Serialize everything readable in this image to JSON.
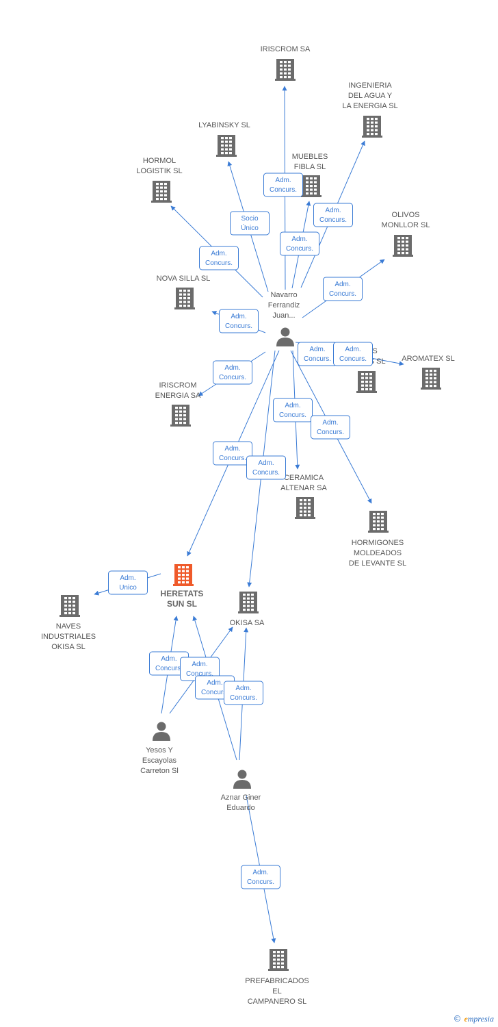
{
  "colors": {
    "edge": "#3a7bd5",
    "company": "#6b6b6b",
    "focus": "#ef5a2a",
    "person": "#6b6b6b"
  },
  "nodes": [
    {
      "id": "iriscrom",
      "type": "company",
      "icon": "building-icon",
      "label": [
        "IRISCROM SA"
      ]
    },
    {
      "id": "ingenieria",
      "type": "company",
      "icon": "building-icon",
      "label": [
        "INGENIERIA",
        "DEL AGUA Y",
        "LA ENERGIA SL"
      ]
    },
    {
      "id": "lyabinsky",
      "type": "company",
      "icon": "building-icon",
      "label": [
        "LYABINSKY SL"
      ]
    },
    {
      "id": "muebles",
      "type": "company",
      "icon": "building-icon",
      "label": [
        "MUEBLES",
        "FIBLA SL"
      ]
    },
    {
      "id": "hormol",
      "type": "company",
      "icon": "building-icon",
      "label": [
        "HORMOL",
        "LOGISTIK SL"
      ]
    },
    {
      "id": "olivos",
      "type": "company",
      "icon": "building-icon",
      "label": [
        "OLIVOS",
        "MONLLOR SL"
      ]
    },
    {
      "id": "novasilla",
      "type": "company",
      "icon": "building-icon",
      "label": [
        "NOVA SILLA SL"
      ]
    },
    {
      "id": "navarro",
      "type": "person",
      "icon": "person-icon",
      "label": [
        "Navarro",
        "Ferrandiz",
        "Juan..."
      ]
    },
    {
      "id": "hidden_s",
      "type": "company",
      "icon": "building-icon",
      "label": [
        "S",
        "ES SL"
      ]
    },
    {
      "id": "aromatex",
      "type": "company",
      "icon": "building-icon",
      "label": [
        "AROMATEX SL"
      ]
    },
    {
      "id": "iriscromenergia",
      "type": "company",
      "icon": "building-icon",
      "label": [
        "IRISCROM",
        "ENERGIA SA"
      ]
    },
    {
      "id": "ceramica",
      "type": "company",
      "icon": "building-icon",
      "label": [
        "CERAMICA",
        "ALTENAR SA"
      ]
    },
    {
      "id": "hormigones",
      "type": "company",
      "icon": "building-icon",
      "label": [
        "HORMIGONES",
        "MOLDEADOS",
        "DE LEVANTE SL"
      ]
    },
    {
      "id": "heretats",
      "type": "focus",
      "icon": "building-icon",
      "label": [
        "HERETATS",
        "SUN SL"
      ]
    },
    {
      "id": "naves",
      "type": "company",
      "icon": "building-icon",
      "label": [
        "NAVES",
        "INDUSTRIALES",
        "OKISA SL"
      ]
    },
    {
      "id": "okisa",
      "type": "company",
      "icon": "building-icon",
      "label": [
        "OKISA SA"
      ]
    },
    {
      "id": "yesos",
      "type": "person",
      "icon": "person-icon",
      "label": [
        "Yesos Y",
        "Escayolas",
        "Carreton Sl"
      ]
    },
    {
      "id": "aznar",
      "type": "person",
      "icon": "person-icon",
      "label": [
        "Aznar Giner",
        "Eduardo"
      ]
    },
    {
      "id": "prefabricados",
      "type": "company",
      "icon": "building-icon",
      "label": [
        "PREFABRICADOS",
        "EL",
        "CAMPANERO SL"
      ]
    }
  ],
  "edges": [
    {
      "from": "navarro",
      "to": "iriscrom",
      "label": [
        "Adm.",
        "Concurs."
      ]
    },
    {
      "from": "navarro",
      "to": "ingenieria",
      "label": [
        "Adm.",
        "Concurs."
      ]
    },
    {
      "from": "navarro",
      "to": "lyabinsky",
      "label": [
        "Socio",
        "Único"
      ]
    },
    {
      "from": "navarro",
      "to": "muebles",
      "label": [
        "Adm.",
        "Concurs."
      ]
    },
    {
      "from": "navarro",
      "to": "hormol",
      "label": [
        "Adm.",
        "Concurs."
      ]
    },
    {
      "from": "navarro",
      "to": "olivos",
      "label": [
        "Adm.",
        "Concurs."
      ]
    },
    {
      "from": "navarro",
      "to": "novasilla",
      "label": [
        "Adm.",
        "Concurs."
      ]
    },
    {
      "from": "navarro",
      "to": "hidden_s",
      "label": [
        "Adm.",
        "Concurs."
      ]
    },
    {
      "from": "navarro",
      "to": "aromatex",
      "label": [
        "Adm.",
        "Concurs."
      ]
    },
    {
      "from": "navarro",
      "to": "iriscromenergia",
      "label": [
        "Adm.",
        "Concurs."
      ]
    },
    {
      "from": "navarro",
      "to": "ceramica",
      "label": [
        "Adm.",
        "Concurs."
      ]
    },
    {
      "from": "navarro",
      "to": "hormigones",
      "label": [
        "Adm.",
        "Concurs."
      ]
    },
    {
      "from": "navarro",
      "to": "heretats",
      "label": [
        "Adm.",
        "Concurs."
      ]
    },
    {
      "from": "navarro",
      "to": "okisa",
      "label": [
        "Adm.",
        "Concurs."
      ]
    },
    {
      "from": "heretats",
      "to": "naves",
      "label": [
        "Adm.",
        "Unico"
      ]
    },
    {
      "from": "yesos",
      "to": "heretats",
      "label": [
        "Adm.",
        "Concurs."
      ]
    },
    {
      "from": "yesos",
      "to": "okisa",
      "label": [
        "Adm.",
        "Concurs."
      ]
    },
    {
      "from": "aznar",
      "to": "heretats",
      "label": [
        "Adm.",
        "Concurs."
      ]
    },
    {
      "from": "aznar",
      "to": "okisa",
      "label": [
        "Adm.",
        "Concurs."
      ]
    },
    {
      "from": "aznar",
      "to": "prefabricados",
      "label": [
        "Adm.",
        "Concurs."
      ]
    }
  ],
  "footer": {
    "copyright": "©",
    "brand_initial": "e",
    "brand_rest": "mpresia"
  }
}
